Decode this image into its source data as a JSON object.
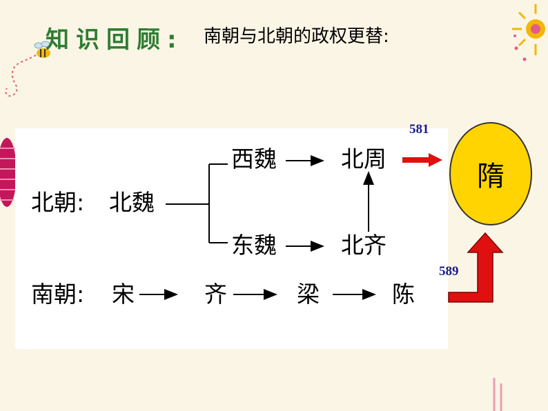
{
  "header": {
    "title": "知识回顾:",
    "subtitle": "南朝与北朝的政权更替:"
  },
  "diagram": {
    "north_label": "北朝:",
    "south_label": "南朝:",
    "north_nodes": {
      "bei_wei": "北魏",
      "xi_wei": "西魏",
      "dong_wei": "东魏",
      "bei_zhou": "北周",
      "bei_qi": "北齐"
    },
    "south_nodes": [
      "宋",
      "齐",
      "梁",
      "陈"
    ],
    "successor": "隋",
    "year_north": "581",
    "year_south": "589"
  },
  "colors": {
    "title_green": "#2e7d32",
    "circle_fill": "#ffd400",
    "arrow_red": "#e01010",
    "year_blue": "#1a1a8c"
  }
}
